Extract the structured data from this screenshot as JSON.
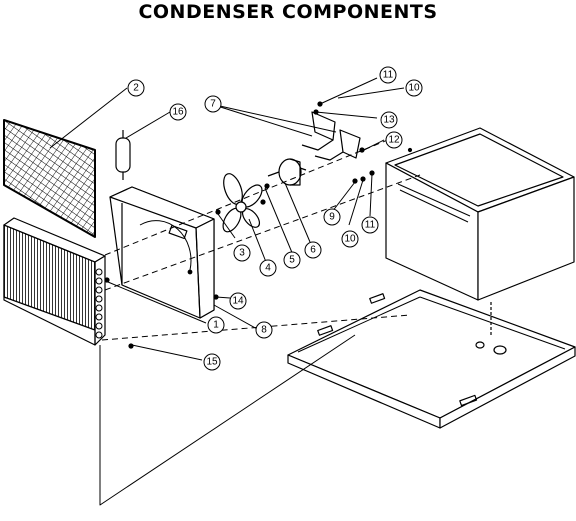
{
  "title": "CONDENSER COMPONENTS",
  "callouts": [
    {
      "id": "c1",
      "label": "1"
    },
    {
      "id": "c2",
      "label": "2"
    },
    {
      "id": "c3",
      "label": "3"
    },
    {
      "id": "c4",
      "label": "4"
    },
    {
      "id": "c5",
      "label": "5"
    },
    {
      "id": "c6",
      "label": "6"
    },
    {
      "id": "c7",
      "label": "7"
    },
    {
      "id": "c8",
      "label": "8"
    },
    {
      "id": "c9",
      "label": "9"
    },
    {
      "id": "c10a",
      "label": "10"
    },
    {
      "id": "c10b",
      "label": "10"
    },
    {
      "id": "c11a",
      "label": "11"
    },
    {
      "id": "c11b",
      "label": "11"
    },
    {
      "id": "c12",
      "label": "12"
    },
    {
      "id": "c13",
      "label": "13"
    },
    {
      "id": "c14",
      "label": "14"
    },
    {
      "id": "c15",
      "label": "15"
    },
    {
      "id": "c16",
      "label": "16"
    }
  ]
}
